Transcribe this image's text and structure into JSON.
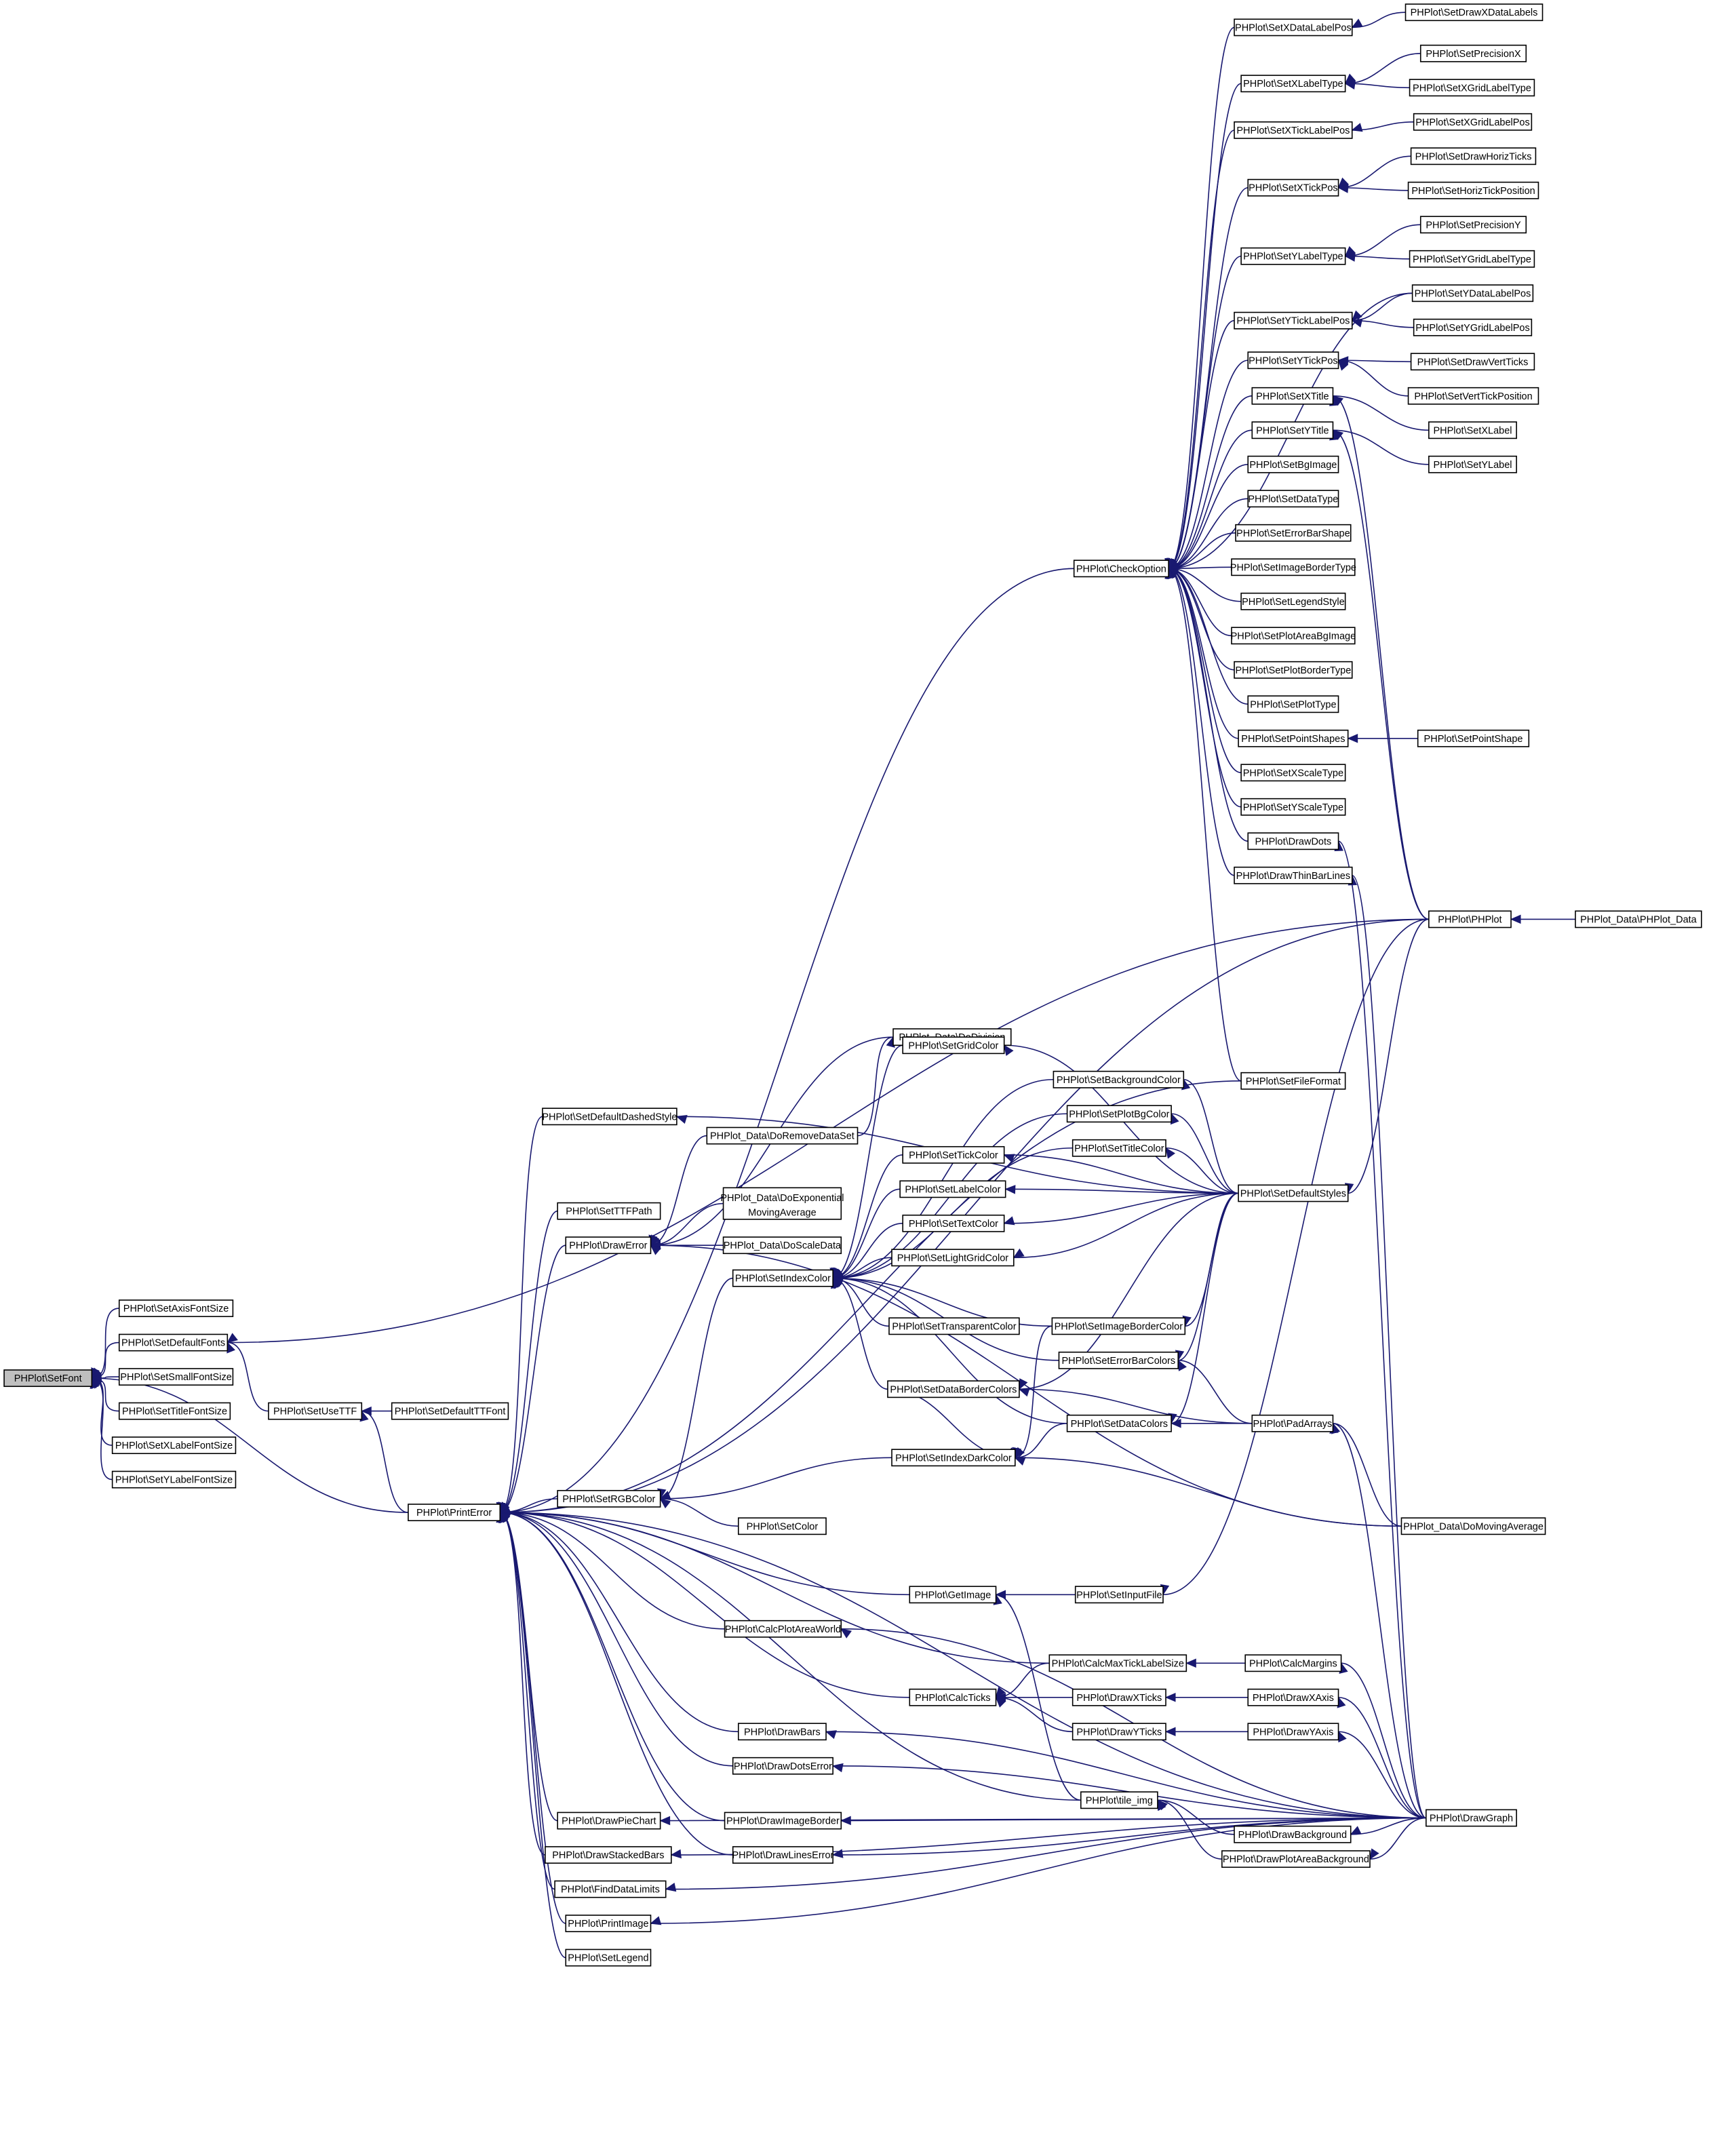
{
  "diagram": {
    "root": "PHPlot::SetFont",
    "nodes": [
      {
        "id": "SetFont",
        "label": "PHPlot\\SetFont",
        "root": true
      },
      {
        "id": "SetAxisFontSize",
        "label": "PHPlot\\SetAxisFontSize"
      },
      {
        "id": "SetDefaultFonts",
        "label": "PHPlot\\SetDefaultFonts"
      },
      {
        "id": "SetSmallFontSize",
        "label": "PHPlot\\SetSmallFontSize"
      },
      {
        "id": "SetTitleFontSize",
        "label": "PHPlot\\SetTitleFontSize"
      },
      {
        "id": "SetXLabelFontSize",
        "label": "PHPlot\\SetXLabelFontSize"
      },
      {
        "id": "SetYLabelFontSize",
        "label": "PHPlot\\SetYLabelFontSize"
      },
      {
        "id": "SetUseTTF",
        "label": "PHPlot\\SetUseTTF"
      },
      {
        "id": "SetDefaultTTFont",
        "label": "PHPlot\\SetDefaultTTFont"
      },
      {
        "id": "PrintError",
        "label": "PHPlot\\PrintError"
      },
      {
        "id": "CheckOption",
        "label": "PHPlot\\CheckOption"
      },
      {
        "id": "SetDefaultDashedStyle",
        "label": "PHPlot\\SetDefaultDashedStyle"
      },
      {
        "id": "SetTTFPath",
        "label": "PHPlot\\SetTTFPath"
      },
      {
        "id": "DrawError",
        "label": "PHPlot\\DrawError"
      },
      {
        "id": "SetRGBColor",
        "label": "PHPlot\\SetRGBColor"
      },
      {
        "id": "DrawPieChart",
        "label": "PHPlot\\DrawPieChart"
      },
      {
        "id": "DrawStackedBars",
        "label": "PHPlot\\DrawStackedBars"
      },
      {
        "id": "FindDataLimits",
        "label": "PHPlot\\FindDataLimits"
      },
      {
        "id": "PrintImage",
        "label": "PHPlot\\PrintImage"
      },
      {
        "id": "SetLegend",
        "label": "PHPlot\\SetLegend"
      },
      {
        "id": "DoDivision",
        "label": "PHPlot_Data\\DoDivision"
      },
      {
        "id": "DoRemoveDataSet",
        "label": "PHPlot_Data\\DoRemoveDataSet"
      },
      {
        "id": "DoExpMovAvg",
        "label": "PHPlot_Data\\DoExponential",
        "label2": "MovingAverage"
      },
      {
        "id": "DoScaleData",
        "label": "PHPlot_Data\\DoScaleData"
      },
      {
        "id": "SetIndexColor",
        "label": "PHPlot\\SetIndexColor"
      },
      {
        "id": "SetColor",
        "label": "PHPlot\\SetColor"
      },
      {
        "id": "GetImage",
        "label": "PHPlot\\GetImage"
      },
      {
        "id": "CalcPlotAreaWorld",
        "label": "PHPlot\\CalcPlotAreaWorld"
      },
      {
        "id": "CalcTicks",
        "label": "PHPlot\\CalcTicks"
      },
      {
        "id": "DrawBars",
        "label": "PHPlot\\DrawBars"
      },
      {
        "id": "DrawDotsError",
        "label": "PHPlot\\DrawDotsError"
      },
      {
        "id": "DrawImageBorder",
        "label": "PHPlot\\DrawImageBorder"
      },
      {
        "id": "DrawLinesError",
        "label": "PHPlot\\DrawLinesError"
      },
      {
        "id": "SetGridColor",
        "label": "PHPlot\\SetGridColor"
      },
      {
        "id": "SetTickColor",
        "label": "PHPlot\\SetTickColor"
      },
      {
        "id": "SetLabelColor",
        "label": "PHPlot\\SetLabelColor"
      },
      {
        "id": "SetTextColor",
        "label": "PHPlot\\SetTextColor"
      },
      {
        "id": "SetLightGridColor",
        "label": "PHPlot\\SetLightGridColor"
      },
      {
        "id": "SetTransparentColor",
        "label": "PHPlot\\SetTransparentColor"
      },
      {
        "id": "SetDataBorderColors",
        "label": "PHPlot\\SetDataBorderColors"
      },
      {
        "id": "SetIndexDarkColor",
        "label": "PHPlot\\SetIndexDarkColor"
      },
      {
        "id": "SetBackgroundColor",
        "label": "PHPlot\\SetBackgroundColor"
      },
      {
        "id": "SetPlotBgColor",
        "label": "PHPlot\\SetPlotBgColor"
      },
      {
        "id": "SetTitleColor",
        "label": "PHPlot\\SetTitleColor"
      },
      {
        "id": "SetImageBorderColor",
        "label": "PHPlot\\SetImageBorderColor"
      },
      {
        "id": "SetErrorBarColors",
        "label": "PHPlot\\SetErrorBarColors"
      },
      {
        "id": "SetDataColors",
        "label": "PHPlot\\SetDataColors"
      },
      {
        "id": "SetInputFile",
        "label": "PHPlot\\SetInputFile"
      },
      {
        "id": "CalcMaxTickLabelSize",
        "label": "PHPlot\\CalcMaxTickLabelSize"
      },
      {
        "id": "DrawXTicks",
        "label": "PHPlot\\DrawXTicks"
      },
      {
        "id": "DrawYTicks",
        "label": "PHPlot\\DrawYTicks"
      },
      {
        "id": "tile_img",
        "label": "PHPlot\\tile_img"
      },
      {
        "id": "SetXDataLabelPos",
        "label": "PHPlot\\SetXDataLabelPos"
      },
      {
        "id": "SetXLabelType",
        "label": "PHPlot\\SetXLabelType"
      },
      {
        "id": "SetXTickLabelPos",
        "label": "PHPlot\\SetXTickLabelPos"
      },
      {
        "id": "SetXTickPos",
        "label": "PHPlot\\SetXTickPos"
      },
      {
        "id": "SetYLabelType",
        "label": "PHPlot\\SetYLabelType"
      },
      {
        "id": "SetYTickLabelPos",
        "label": "PHPlot\\SetYTickLabelPos"
      },
      {
        "id": "SetYTickPos",
        "label": "PHPlot\\SetYTickPos"
      },
      {
        "id": "SetXTitle",
        "label": "PHPlot\\SetXTitle"
      },
      {
        "id": "SetYTitle",
        "label": "PHPlot\\SetYTitle"
      },
      {
        "id": "SetBgImage",
        "label": "PHPlot\\SetBgImage"
      },
      {
        "id": "SetDataType",
        "label": "PHPlot\\SetDataType"
      },
      {
        "id": "SetErrorBarShape",
        "label": "PHPlot\\SetErrorBarShape"
      },
      {
        "id": "SetImageBorderType",
        "label": "PHPlot\\SetImageBorderType"
      },
      {
        "id": "SetLegendStyle",
        "label": "PHPlot\\SetLegendStyle"
      },
      {
        "id": "SetPlotAreaBgImage",
        "label": "PHPlot\\SetPlotAreaBgImage"
      },
      {
        "id": "SetPlotBorderType",
        "label": "PHPlot\\SetPlotBorderType"
      },
      {
        "id": "SetPlotType",
        "label": "PHPlot\\SetPlotType"
      },
      {
        "id": "SetPointShapes",
        "label": "PHPlot\\SetPointShapes"
      },
      {
        "id": "SetXScaleType",
        "label": "PHPlot\\SetXScaleType"
      },
      {
        "id": "SetYScaleType",
        "label": "PHPlot\\SetYScaleType"
      },
      {
        "id": "DrawDots",
        "label": "PHPlot\\DrawDots"
      },
      {
        "id": "DrawThinBarLines",
        "label": "PHPlot\\DrawThinBarLines"
      },
      {
        "id": "SetFileFormat",
        "label": "PHPlot\\SetFileFormat"
      },
      {
        "id": "SetDefaultStyles",
        "label": "PHPlot\\SetDefaultStyles"
      },
      {
        "id": "PadArrays",
        "label": "PHPlot\\PadArrays"
      },
      {
        "id": "CalcMargins",
        "label": "PHPlot\\CalcMargins"
      },
      {
        "id": "DrawXAxis",
        "label": "PHPlot\\DrawXAxis"
      },
      {
        "id": "DrawYAxis",
        "label": "PHPlot\\DrawYAxis"
      },
      {
        "id": "DrawBackground",
        "label": "PHPlot\\DrawBackground"
      },
      {
        "id": "DrawPlotAreaBackground",
        "label": "PHPlot\\DrawPlotAreaBackground"
      },
      {
        "id": "SetDrawXDataLabels",
        "label": "PHPlot\\SetDrawXDataLabels"
      },
      {
        "id": "SetPrecisionX",
        "label": "PHPlot\\SetPrecisionX"
      },
      {
        "id": "SetXGridLabelType",
        "label": "PHPlot\\SetXGridLabelType"
      },
      {
        "id": "SetXGridLabelPos",
        "label": "PHPlot\\SetXGridLabelPos"
      },
      {
        "id": "SetDrawHorizTicks",
        "label": "PHPlot\\SetDrawHorizTicks"
      },
      {
        "id": "SetHorizTickPosition",
        "label": "PHPlot\\SetHorizTickPosition"
      },
      {
        "id": "SetPrecisionY",
        "label": "PHPlot\\SetPrecisionY"
      },
      {
        "id": "SetYGridLabelType",
        "label": "PHPlot\\SetYGridLabelType"
      },
      {
        "id": "SetYDataLabelPos",
        "label": "PHPlot\\SetYDataLabelPos"
      },
      {
        "id": "SetYGridLabelPos",
        "label": "PHPlot\\SetYGridLabelPos"
      },
      {
        "id": "SetDrawVertTicks",
        "label": "PHPlot\\SetDrawVertTicks"
      },
      {
        "id": "SetVertTickPosition",
        "label": "PHPlot\\SetVertTickPosition"
      },
      {
        "id": "SetXLabel",
        "label": "PHPlot\\SetXLabel"
      },
      {
        "id": "SetYLabel",
        "label": "PHPlot\\SetYLabel"
      },
      {
        "id": "SetPointShape",
        "label": "PHPlot\\SetPointShape"
      },
      {
        "id": "PHPlotCtor",
        "label": "PHPlot\\PHPlot"
      },
      {
        "id": "DoMovingAverage",
        "label": "PHPlot_Data\\DoMovingAverage"
      },
      {
        "id": "DrawGraph",
        "label": "PHPlot\\DrawGraph"
      },
      {
        "id": "PHPlotDataCtor",
        "label": "PHPlot_Data\\PHPlot_Data"
      }
    ],
    "edges": [
      [
        "SetAxisFontSize",
        "SetFont"
      ],
      [
        "SetDefaultFonts",
        "SetFont"
      ],
      [
        "SetSmallFontSize",
        "SetFont"
      ],
      [
        "SetTitleFontSize",
        "SetFont"
      ],
      [
        "SetXLabelFontSize",
        "SetFont"
      ],
      [
        "SetYLabelFontSize",
        "SetFont"
      ],
      [
        "PrintError",
        "SetFont"
      ],
      [
        "SetUseTTF",
        "SetDefaultFonts"
      ],
      [
        "PHPlotCtor",
        "SetDefaultFonts"
      ],
      [
        "SetDefaultTTFont",
        "SetUseTTF"
      ],
      [
        "PrintError",
        "SetUseTTF"
      ],
      [
        "CheckOption",
        "PrintError"
      ],
      [
        "SetDefaultDashedStyle",
        "PrintError"
      ],
      [
        "SetTTFPath",
        "PrintError"
      ],
      [
        "DrawError",
        "PrintError"
      ],
      [
        "SetRGBColor",
        "PrintError"
      ],
      [
        "DrawPieChart",
        "PrintError"
      ],
      [
        "DrawStackedBars",
        "PrintError"
      ],
      [
        "FindDataLimits",
        "PrintError"
      ],
      [
        "PrintImage",
        "PrintError"
      ],
      [
        "SetLegend",
        "PrintError"
      ],
      [
        "GetImage",
        "PrintError"
      ],
      [
        "CalcPlotAreaWorld",
        "PrintError"
      ],
      [
        "CalcTicks",
        "PrintError"
      ],
      [
        "DrawBars",
        "PrintError"
      ],
      [
        "DrawDotsError",
        "PrintError"
      ],
      [
        "DrawImageBorder",
        "PrintError"
      ],
      [
        "DrawLinesError",
        "PrintError"
      ],
      [
        "tile_img",
        "PrintError"
      ],
      [
        "CalcMaxTickLabelSize",
        "PrintError"
      ],
      [
        "SetFileFormat",
        "PrintError"
      ],
      [
        "DrawGraph",
        "PrintError"
      ],
      [
        "PHPlotCtor",
        "PrintError"
      ],
      [
        "DoDivision",
        "DrawError"
      ],
      [
        "DoRemoveDataSet",
        "DrawError"
      ],
      [
        "DoExpMovAvg",
        "DrawError"
      ],
      [
        "DoScaleData",
        "DrawError"
      ],
      [
        "DoMovingAverage",
        "DrawError"
      ],
      [
        "DoRemoveDataSet",
        "DoDivision"
      ],
      [
        "SetDefaultStyles",
        "SetDefaultDashedStyle"
      ],
      [
        "SetIndexColor",
        "SetRGBColor"
      ],
      [
        "SetColor",
        "SetRGBColor"
      ],
      [
        "SetIndexDarkColor",
        "SetRGBColor"
      ],
      [
        "SetGridColor",
        "SetIndexColor"
      ],
      [
        "SetTickColor",
        "SetIndexColor"
      ],
      [
        "SetLabelColor",
        "SetIndexColor"
      ],
      [
        "SetTextColor",
        "SetIndexColor"
      ],
      [
        "SetLightGridColor",
        "SetIndexColor"
      ],
      [
        "SetTransparentColor",
        "SetIndexColor"
      ],
      [
        "SetDataBorderColors",
        "SetIndexColor"
      ],
      [
        "SetBackgroundColor",
        "SetIndexColor"
      ],
      [
        "SetPlotBgColor",
        "SetIndexColor"
      ],
      [
        "SetTitleColor",
        "SetIndexColor"
      ],
      [
        "SetImageBorderColor",
        "SetIndexColor"
      ],
      [
        "SetErrorBarColors",
        "SetIndexColor"
      ],
      [
        "SetDataColors",
        "SetIndexColor"
      ],
      [
        "SetDataColors",
        "SetIndexDarkColor"
      ],
      [
        "SetDataBorderColors",
        "SetIndexDarkColor"
      ],
      [
        "SetImageBorderColor",
        "SetIndexDarkColor"
      ],
      [
        "DoMovingAverage",
        "SetIndexDarkColor"
      ],
      [
        "SetDefaultStyles",
        "SetGridColor"
      ],
      [
        "SetDefaultStyles",
        "SetBackgroundColor"
      ],
      [
        "SetDefaultStyles",
        "SetPlotBgColor"
      ],
      [
        "SetDefaultStyles",
        "SetTitleColor"
      ],
      [
        "SetDefaultStyles",
        "SetTickColor"
      ],
      [
        "SetDefaultStyles",
        "SetLabelColor"
      ],
      [
        "SetDefaultStyles",
        "SetTextColor"
      ],
      [
        "SetDefaultStyles",
        "SetLightGridColor"
      ],
      [
        "SetDefaultStyles",
        "SetImageBorderColor"
      ],
      [
        "SetDefaultStyles",
        "SetErrorBarColors"
      ],
      [
        "SetDefaultStyles",
        "SetDataBorderColors"
      ],
      [
        "SetDefaultStyles",
        "SetDataColors"
      ],
      [
        "PadArrays",
        "SetErrorBarColors"
      ],
      [
        "PadArrays",
        "SetDataBorderColors"
      ],
      [
        "PadArrays",
        "SetDataColors"
      ],
      [
        "PHPlotCtor",
        "SetDefaultStyles"
      ],
      [
        "DoMovingAverage",
        "PadArrays"
      ],
      [
        "DrawGraph",
        "PadArrays"
      ],
      [
        "SetInputFile",
        "GetImage"
      ],
      [
        "PHPlotCtor",
        "SetInputFile"
      ],
      [
        "tile_img",
        "GetImage"
      ],
      [
        "DrawGraph",
        "CalcPlotAreaWorld"
      ],
      [
        "CalcMargins",
        "CalcMaxTickLabelSize"
      ],
      [
        "DrawGraph",
        "CalcMargins"
      ],
      [
        "CalcMaxTickLabelSize",
        "CalcTicks"
      ],
      [
        "DrawXTicks",
        "CalcTicks"
      ],
      [
        "DrawYTicks",
        "CalcTicks"
      ],
      [
        "DrawXAxis",
        "DrawXTicks"
      ],
      [
        "DrawYAxis",
        "DrawYTicks"
      ],
      [
        "DrawGraph",
        "DrawXAxis"
      ],
      [
        "DrawGraph",
        "DrawYAxis"
      ],
      [
        "DrawGraph",
        "DrawBars"
      ],
      [
        "DrawGraph",
        "DrawDotsError"
      ],
      [
        "DrawBackground",
        "tile_img"
      ],
      [
        "DrawPlotAreaBackground",
        "tile_img"
      ],
      [
        "DrawGraph",
        "DrawBackground"
      ],
      [
        "DrawGraph",
        "DrawPlotAreaBackground"
      ],
      [
        "DrawGraph",
        "DrawImageBorder"
      ],
      [
        "DrawGraph",
        "DrawLinesError"
      ],
      [
        "DrawGraph",
        "DrawPieChart"
      ],
      [
        "DrawGraph",
        "DrawStackedBars"
      ],
      [
        "DrawGraph",
        "FindDataLimits"
      ],
      [
        "DrawGraph",
        "PrintImage"
      ],
      [
        "DrawGraph",
        "DrawDots"
      ],
      [
        "DrawGraph",
        "DrawThinBarLines"
      ],
      [
        "SetXDataLabelPos",
        "CheckOption"
      ],
      [
        "SetXLabelType",
        "CheckOption"
      ],
      [
        "SetXTickLabelPos",
        "CheckOption"
      ],
      [
        "SetXTickPos",
        "CheckOption"
      ],
      [
        "SetYLabelType",
        "CheckOption"
      ],
      [
        "SetYTickLabelPos",
        "CheckOption"
      ],
      [
        "SetYTickPos",
        "CheckOption"
      ],
      [
        "SetXTitle",
        "CheckOption"
      ],
      [
        "SetYTitle",
        "CheckOption"
      ],
      [
        "SetBgImage",
        "CheckOption"
      ],
      [
        "SetDataType",
        "CheckOption"
      ],
      [
        "SetErrorBarShape",
        "CheckOption"
      ],
      [
        "SetImageBorderType",
        "CheckOption"
      ],
      [
        "SetLegendStyle",
        "CheckOption"
      ],
      [
        "SetPlotAreaBgImage",
        "CheckOption"
      ],
      [
        "SetPlotBorderType",
        "CheckOption"
      ],
      [
        "SetPlotType",
        "CheckOption"
      ],
      [
        "SetPointShapes",
        "CheckOption"
      ],
      [
        "SetXScaleType",
        "CheckOption"
      ],
      [
        "SetYScaleType",
        "CheckOption"
      ],
      [
        "DrawDots",
        "CheckOption"
      ],
      [
        "DrawThinBarLines",
        "CheckOption"
      ],
      [
        "SetFileFormat",
        "CheckOption"
      ],
      [
        "SetYDataLabelPos",
        "CheckOption"
      ],
      [
        "SetDrawXDataLabels",
        "SetXDataLabelPos"
      ],
      [
        "SetPrecisionX",
        "SetXLabelType"
      ],
      [
        "SetXGridLabelType",
        "SetXLabelType"
      ],
      [
        "SetXGridLabelPos",
        "SetXTickLabelPos"
      ],
      [
        "SetDrawHorizTicks",
        "SetXTickPos"
      ],
      [
        "SetHorizTickPosition",
        "SetXTickPos"
      ],
      [
        "SetPrecisionY",
        "SetYLabelType"
      ],
      [
        "SetYGridLabelType",
        "SetYLabelType"
      ],
      [
        "SetYDataLabelPos",
        "SetYTickLabelPos"
      ],
      [
        "SetYGridLabelPos",
        "SetYTickLabelPos"
      ],
      [
        "SetDrawVertTicks",
        "SetYTickPos"
      ],
      [
        "SetVertTickPosition",
        "SetYTickPos"
      ],
      [
        "SetXLabel",
        "SetXTitle"
      ],
      [
        "SetYLabel",
        "SetYTitle"
      ],
      [
        "PHPlotCtor",
        "SetXTitle"
      ],
      [
        "PHPlotCtor",
        "SetYTitle"
      ],
      [
        "SetPointShape",
        "SetPointShapes"
      ],
      [
        "PHPlotDataCtor",
        "PHPlotCtor"
      ]
    ]
  }
}
